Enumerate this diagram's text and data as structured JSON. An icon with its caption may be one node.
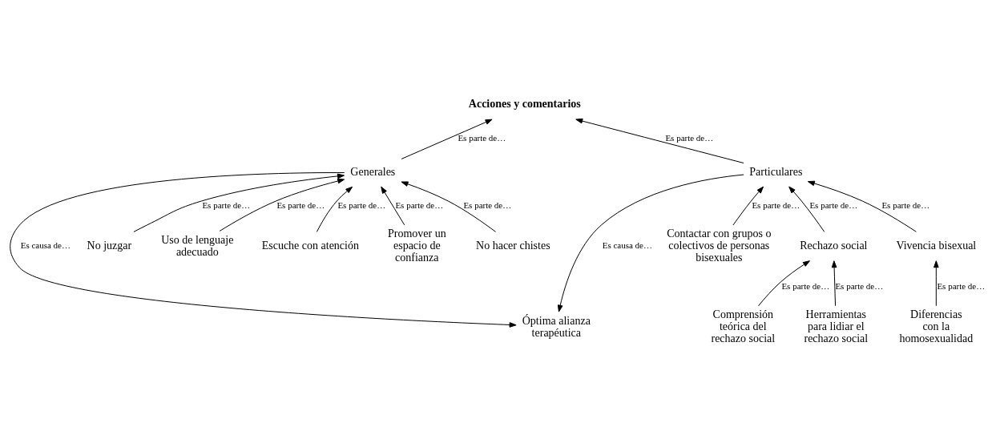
{
  "diagram": {
    "nodes": [
      {
        "text": [
          "Acciones y comentarios"
        ]
      },
      {
        "text": [
          "Generales"
        ]
      },
      {
        "text": [
          "Particulares"
        ]
      },
      {
        "text": [
          "No juzgar"
        ]
      },
      {
        "text": [
          "Uso de lenguaje adecuado"
        ]
      },
      {
        "text": [
          "Escuche con atención"
        ]
      },
      {
        "text": [
          "Promover un espacio de confianza"
        ]
      },
      {
        "text": [
          "No hacer chistes"
        ]
      },
      {
        "text": [
          "Rechazo social"
        ]
      },
      {
        "text": [
          "Vivencia bisexual"
        ]
      },
      {
        "text": [
          "Comprensión teórica del rechazo social"
        ]
      },
      {
        "text": [
          "Herramientas para lidiar el rechazo social"
        ]
      },
      {
        "text": [
          "Diferencias con la homosexualidad"
        ]
      },
      {
        "text": [
          "Contactar con grupos o colectivos de personas bisexuales"
        ]
      },
      {
        "text": [
          "Óptima alianza terapéutica"
        ]
      }
    ],
    "edges": [
      {
        "from": 1,
        "to": 0,
        "arrow": "to",
        "label": "Es parte de…"
      },
      {
        "from": 2,
        "to": 0,
        "arrow": "to",
        "label": "Es parte de…"
      },
      {
        "from": 3,
        "to": 1,
        "arrow": "to",
        "label": "Es parte de…"
      },
      {
        "from": 4,
        "to": 1,
        "arrow": "to",
        "label": "Es parte de…"
      },
      {
        "from": 5,
        "to": 1,
        "arrow": "to",
        "label": "Es parte de…"
      },
      {
        "from": 6,
        "to": 1,
        "arrow": "to",
        "label": "Es parte de…"
      },
      {
        "from": 7,
        "to": 1,
        "arrow": "to",
        "label": "Es parte de…"
      },
      {
        "from": 8,
        "to": 2,
        "arrow": "to",
        "label": "Es parte de…"
      },
      {
        "from": 9,
        "to": 2,
        "arrow": "to",
        "label": "Es parte de…"
      },
      {
        "from": 10,
        "to": 8,
        "arrow": "to",
        "label": "Es parte de…"
      },
      {
        "from": 11,
        "to": 8,
        "arrow": "to",
        "label": "Es parte de…"
      },
      {
        "from": 12,
        "to": 9,
        "arrow": "to",
        "label": "Es parte de…"
      },
      {
        "from": 13,
        "to": 2,
        "arrow": "to",
        "label": "Es parte de…"
      },
      {
        "from": 1,
        "to": 14,
        "arrow": "to",
        "label": "Es causa de…"
      },
      {
        "from": 2,
        "to": 14,
        "arrow": "to",
        "label": "Es causa de…"
      }
    ]
  }
}
